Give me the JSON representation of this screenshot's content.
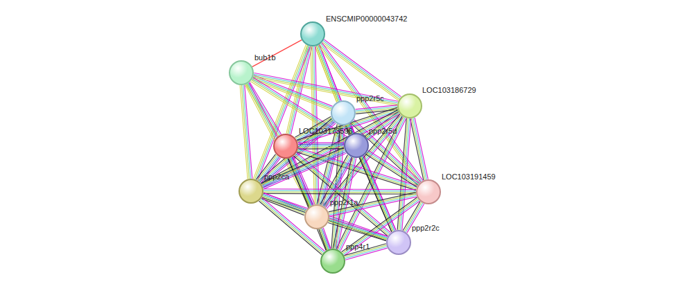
{
  "diagram": {
    "nodes": [
      {
        "text": [
          "ENSCMIP00000043742"
        ]
      },
      {
        "text": [
          "bub1b"
        ]
      },
      {
        "text": [
          "ppp2r5c"
        ]
      },
      {
        "text": [
          "LOC103186729"
        ]
      },
      {
        "text": [
          "LOC103173596"
        ]
      },
      {
        "text": [
          "ppp2r5d"
        ]
      },
      {
        "text": [
          "ppp2ca"
        ]
      },
      {
        "text": [
          "LOC103191459"
        ]
      },
      {
        "text": [
          "ppp2r1a"
        ]
      },
      {
        "text": [
          "ppp2r2c"
        ]
      },
      {
        "text": [
          "ppp4r1"
        ]
      }
    ],
    "edges": [
      {
        "from": 1,
        "to": 0,
        "arrow": "none"
      },
      {
        "from": 0,
        "to": 2,
        "arrow": "none"
      },
      {
        "from": 0,
        "to": 3,
        "arrow": "none"
      },
      {
        "from": 0,
        "to": 4,
        "arrow": "none"
      },
      {
        "from": 0,
        "to": 5,
        "arrow": "none"
      },
      {
        "from": 0,
        "to": 6,
        "arrow": "none"
      },
      {
        "from": 0,
        "to": 7,
        "arrow": "none"
      },
      {
        "from": 0,
        "to": 8,
        "arrow": "none"
      },
      {
        "from": 1,
        "to": 2,
        "arrow": "none"
      },
      {
        "from": 1,
        "to": 3,
        "arrow": "none"
      },
      {
        "from": 1,
        "to": 4,
        "arrow": "none"
      },
      {
        "from": 1,
        "to": 5,
        "arrow": "none"
      },
      {
        "from": 1,
        "to": 6,
        "arrow": "none"
      },
      {
        "from": 1,
        "to": 8,
        "arrow": "none"
      },
      {
        "from": 2,
        "to": 3,
        "arrow": "none"
      },
      {
        "from": 2,
        "to": 4,
        "arrow": "none"
      },
      {
        "from": 2,
        "to": 5,
        "arrow": "none"
      },
      {
        "from": 2,
        "to": 6,
        "arrow": "none"
      },
      {
        "from": 2,
        "to": 7,
        "arrow": "none"
      },
      {
        "from": 2,
        "to": 8,
        "arrow": "none"
      },
      {
        "from": 2,
        "to": 9,
        "arrow": "none"
      },
      {
        "from": 2,
        "to": 10,
        "arrow": "none"
      },
      {
        "from": 3,
        "to": 4,
        "arrow": "none"
      },
      {
        "from": 3,
        "to": 5,
        "arrow": "none"
      },
      {
        "from": 3,
        "to": 6,
        "arrow": "none"
      },
      {
        "from": 3,
        "to": 7,
        "arrow": "none"
      },
      {
        "from": 3,
        "to": 8,
        "arrow": "none"
      },
      {
        "from": 3,
        "to": 9,
        "arrow": "none"
      },
      {
        "from": 3,
        "to": 10,
        "arrow": "none"
      },
      {
        "from": 4,
        "to": 5,
        "arrow": "none"
      },
      {
        "from": 4,
        "to": 6,
        "arrow": "none"
      },
      {
        "from": 4,
        "to": 7,
        "arrow": "none"
      },
      {
        "from": 4,
        "to": 8,
        "arrow": "none"
      },
      {
        "from": 4,
        "to": 9,
        "arrow": "none"
      },
      {
        "from": 4,
        "to": 10,
        "arrow": "none"
      },
      {
        "from": 5,
        "to": 6,
        "arrow": "none"
      },
      {
        "from": 5,
        "to": 7,
        "arrow": "none"
      },
      {
        "from": 5,
        "to": 8,
        "arrow": "none"
      },
      {
        "from": 5,
        "to": 9,
        "arrow": "none"
      },
      {
        "from": 5,
        "to": 10,
        "arrow": "none"
      },
      {
        "from": 6,
        "to": 7,
        "arrow": "none"
      },
      {
        "from": 6,
        "to": 8,
        "arrow": "none"
      },
      {
        "from": 6,
        "to": 9,
        "arrow": "none"
      },
      {
        "from": 6,
        "to": 10,
        "arrow": "none"
      },
      {
        "from": 7,
        "to": 8,
        "arrow": "none"
      },
      {
        "from": 7,
        "to": 9,
        "arrow": "none"
      },
      {
        "from": 7,
        "to": 10,
        "arrow": "none"
      },
      {
        "from": 8,
        "to": 9,
        "arrow": "none"
      },
      {
        "from": 8,
        "to": 10,
        "arrow": "none"
      },
      {
        "from": 9,
        "to": 10,
        "arrow": "none"
      }
    ]
  }
}
